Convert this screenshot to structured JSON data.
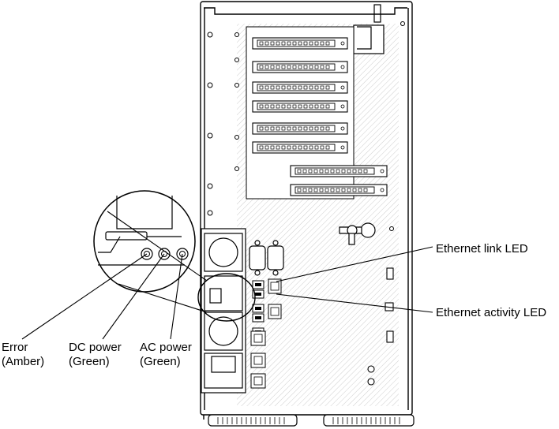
{
  "callouts": {
    "ethernet_link_led": "Ethernet link LED",
    "ethernet_activity_led": "Ethernet activity LED",
    "error": {
      "name": "Error",
      "color": "(Amber)"
    },
    "dc_power": {
      "name": "DC power",
      "color": "(Green)"
    },
    "ac_power": {
      "name": "AC power",
      "color": "(Green)"
    }
  },
  "slot_count": {
    "pcie_slots": 8,
    "usb_ports": 6,
    "ethernet_ports": 5
  },
  "colors": {
    "line": "#000000",
    "hatch": "#cfcfcf",
    "background": "#ffffff"
  }
}
